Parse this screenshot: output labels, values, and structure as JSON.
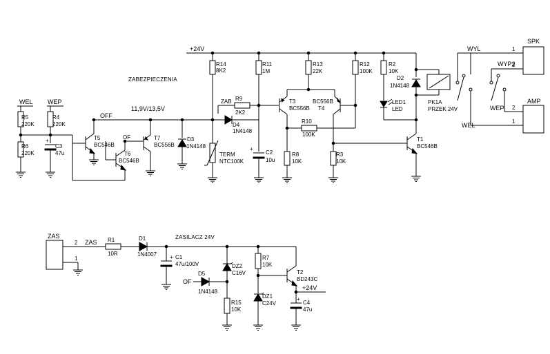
{
  "titles": {
    "protection": "ZABEZPIECZENIA",
    "power_supply": "ZASILACZ 24V"
  },
  "nets": {
    "supply": "+24V",
    "supply2": "+24V",
    "thresholds": "11,9V/13,5V",
    "off": "OFF",
    "of1": "OF",
    "of2": "OF",
    "zab": "ZAB",
    "zas": "ZAS",
    "wel": "WEL",
    "wep": "WEP",
    "wel_right": "WEL",
    "wep_right": "WEP",
    "wyl": "WYL",
    "wyp2": "WYP2"
  },
  "connectors": {
    "spk": "SPK",
    "amp": "AMP",
    "zas": "ZAS",
    "spk_pin1": "1",
    "spk_pin2": "2",
    "amp_pin2": "2",
    "amp_pin1": "1",
    "zas_pin2": "2",
    "zas_pin1": "1"
  },
  "components": {
    "r14": {
      "ref": "R14",
      "val": "8K2"
    },
    "r11": {
      "ref": "R11",
      "val": "1M"
    },
    "r13": {
      "ref": "R13",
      "val": "22K"
    },
    "r12": {
      "ref": "R12",
      "val": "100K"
    },
    "r2": {
      "ref": "R2",
      "val": "10K"
    },
    "d2": {
      "ref": "D2",
      "val": "1N4148"
    },
    "pk1": {
      "ref": "PK1A",
      "val": "PRZEK 24V"
    },
    "led1": {
      "ref": "LED1",
      "val": "LED"
    },
    "r9": {
      "ref": "R9",
      "val": "2K2"
    },
    "t3": {
      "ref": "T3",
      "val": "BC556B"
    },
    "t4": {
      "ref": "T4",
      "val": "BC556B"
    },
    "d4": {
      "ref": "D4",
      "val": "1N4148"
    },
    "r10": {
      "ref": "R10",
      "val": "100K"
    },
    "t1": {
      "ref": "T1",
      "val": "BC546B"
    },
    "r5": {
      "ref": "R5",
      "val": "220K"
    },
    "r4": {
      "ref": "R4",
      "val": "220K"
    },
    "r6": {
      "ref": "R6",
      "val": "220K"
    },
    "c3": {
      "ref": "C3",
      "val": "47u"
    },
    "t5": {
      "ref": "T5",
      "val": "BC546B"
    },
    "t6": {
      "ref": "T6",
      "val": "BC546B"
    },
    "t7": {
      "ref": "T7",
      "val": "BC556B"
    },
    "d3": {
      "ref": "D3",
      "val": "1N4148"
    },
    "term": {
      "ref": "TERM",
      "val": "NTC100K"
    },
    "c2": {
      "ref": "C2",
      "val": "10u"
    },
    "r8": {
      "ref": "R8",
      "val": "10K"
    },
    "r3": {
      "ref": "R3",
      "val": "10K"
    },
    "r1": {
      "ref": "R1",
      "val": "10R"
    },
    "d1": {
      "ref": "D1",
      "val": "1N4007"
    },
    "c1": {
      "ref": "C1",
      "val": "47u/100V"
    },
    "dz2": {
      "ref": "DZ2",
      "val": "C16V"
    },
    "d5": {
      "ref": "D5",
      "val": "1N4148"
    },
    "r15": {
      "ref": "R15",
      "val": "10K"
    },
    "r7": {
      "ref": "R7",
      "val": "10K"
    },
    "dz1": {
      "ref": "DZ1",
      "val": "C24V"
    },
    "t2": {
      "ref": "T2",
      "val": "BD243C"
    },
    "c4": {
      "ref": "C4",
      "val": "47u"
    }
  },
  "polarity_mark": "+"
}
